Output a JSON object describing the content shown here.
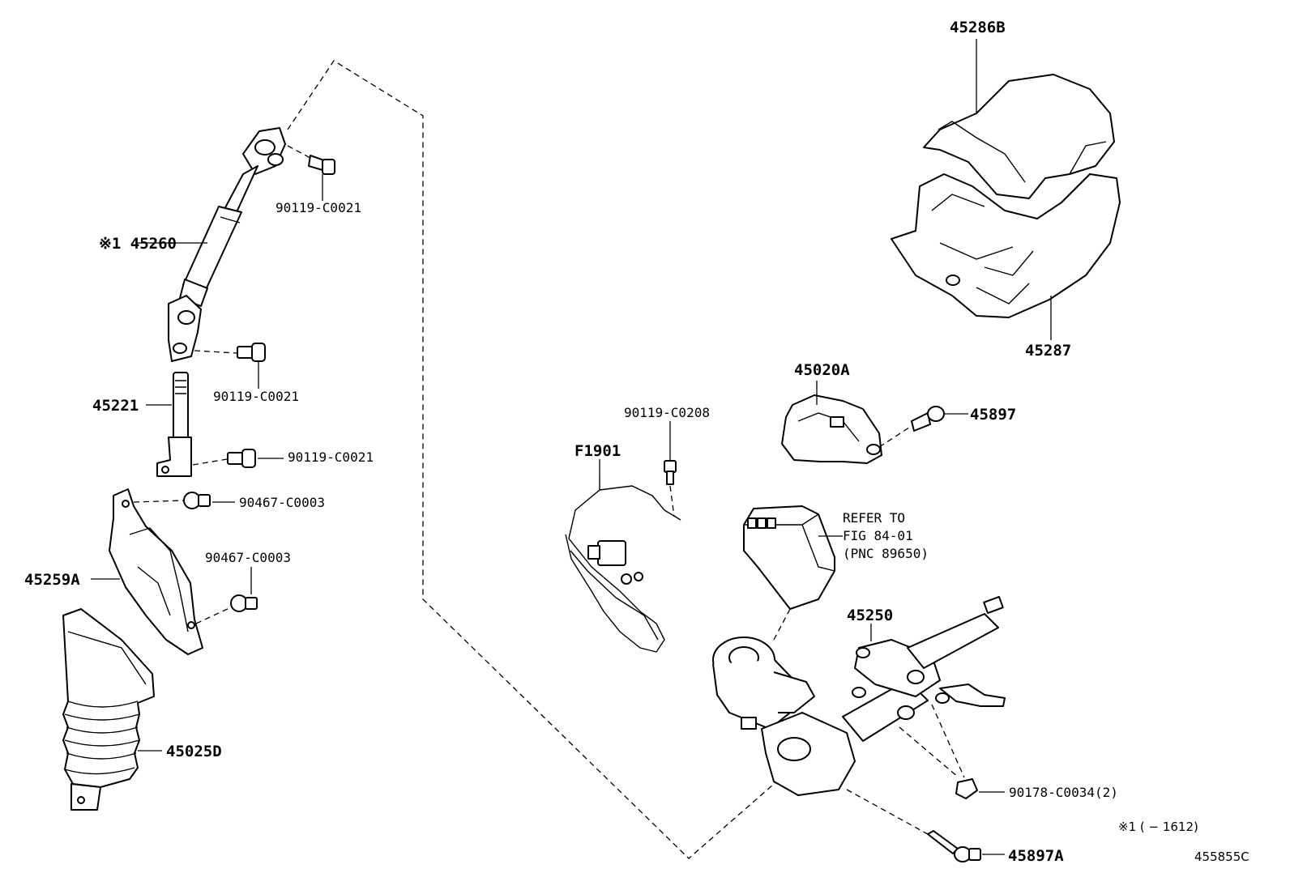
{
  "labels": {
    "p45286B": "45286B",
    "p45287": "45287",
    "p45020A": "45020A",
    "p45897": "45897",
    "p90119_C0208": "90119-C0208",
    "pF1901": "F1901",
    "refer_line1": "REFER TO",
    "refer_line2": "FIG 84-01",
    "refer_line3": "(PNC 89650)",
    "p45250": "45250",
    "p90178": "90178-C0034(2)",
    "p45897A": "45897A",
    "footnote": "※1 (       − 1612)",
    "drawing_id": "455855C",
    "p90119_top": "90119-C0021",
    "p45260": "※1 45260",
    "p90119_mid": "90119-C0021",
    "p45221": "45221",
    "p90119_low": "90119-C0021",
    "p90467_a": "90467-C0003",
    "p90467_b": "90467-C0003",
    "p45259A": "45259A",
    "p45025D": "45025D"
  }
}
